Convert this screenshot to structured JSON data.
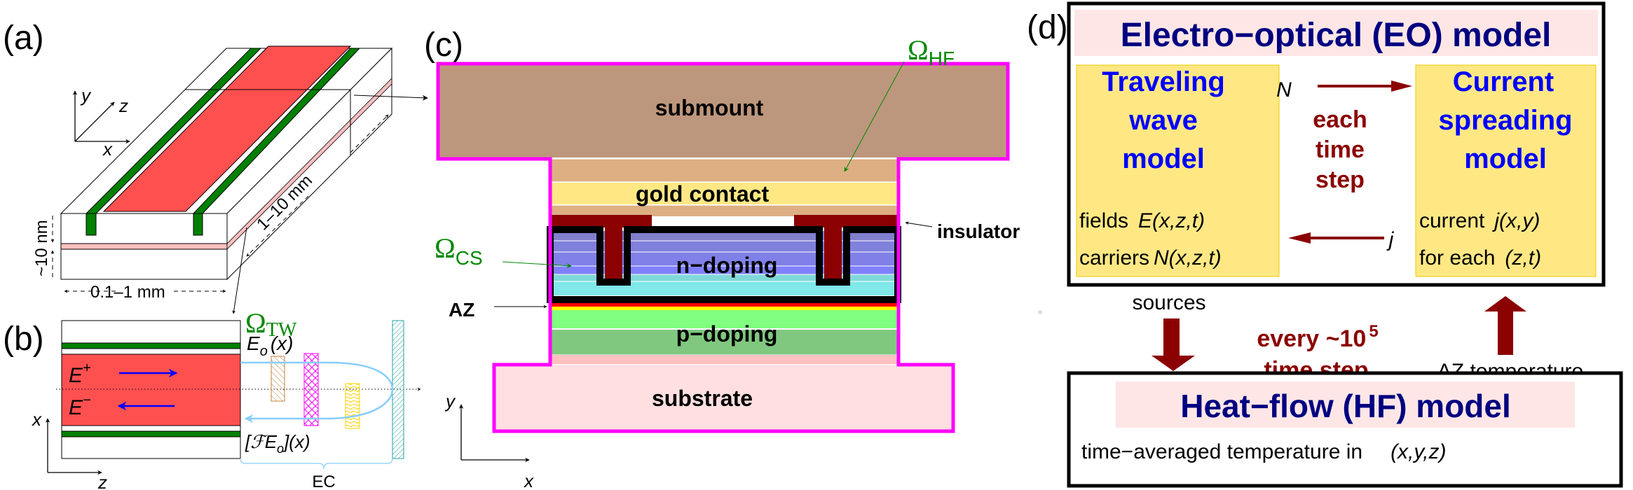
{
  "colors": {
    "laser_red": "#ff5050",
    "contact_green": "#008000",
    "active_pink": "#ffc0c0",
    "hf_magenta": "#ff00ff",
    "submount": "#bd977d",
    "solder_tan": "#ddaf83",
    "gold": "#ffe884",
    "insulator": "#8b0000",
    "n_top": "#8080cc",
    "n_mid": "#8080e8",
    "n_low": "#8080ff",
    "n_cyan1": "#80d8d8",
    "n_cyan2": "#80e8e8",
    "az_red": "#ff0000",
    "az_yellow": "#ffff00",
    "p_light": "#80ff80",
    "p_dark": "#80c880",
    "buffer_pink": "#ffc0c0",
    "substrate": "#ffdfe0",
    "omega_green": "#008800",
    "title_navy": "#000080",
    "sub_blue": "#0000ff",
    "flow_darkred": "#8b0000",
    "yellow_box": "#ffe884",
    "pink_band": "#ffe6e6",
    "ec_blue": "#87cefa"
  },
  "panel_a": {
    "label": "(a)",
    "axis_y": "y",
    "axis_z": "z",
    "axis_x": "x",
    "dim_height": "~10 nm",
    "dim_width": "0.1–1 mm",
    "dim_length": "1–10 mm"
  },
  "panel_b": {
    "label": "(b)",
    "omega_tw": "Ω",
    "omega_tw_sub": "TW",
    "field_plus": "E",
    "field_plus_sup": "+",
    "field_minus": "E",
    "field_minus_sup": "−",
    "eo_label": "E",
    "eo_label_sub": "o",
    "eo_label_arg": "(x)",
    "feedback_label_open": "[",
    "feedback_label_op": "ℱ",
    "feedback_label_e": "E",
    "feedback_label_sub": "o",
    "feedback_label_close": "](x)",
    "axis_x": "x",
    "axis_z": "z",
    "ec_label": "EC"
  },
  "panel_c": {
    "label": "(c)",
    "omega_hf": "Ω",
    "omega_hf_sub": "HF",
    "omega_cs": "Ω",
    "omega_cs_sub": "CS",
    "layers": {
      "submount": "submount",
      "gold_contact": "gold contact",
      "n_doping": "n−doping",
      "p_doping": "p−doping",
      "substrate": "substrate"
    },
    "insulator_label": "insulator",
    "az_label": "AZ",
    "axis_y": "y",
    "axis_x": "x"
  },
  "panel_d": {
    "label": "(d)",
    "eo_title": "Electro−optical (EO) model",
    "tw_box": {
      "title_lines": [
        "Traveling",
        "wave",
        "model"
      ],
      "line1_label": "fields",
      "line1_expr": "E(x,z,t)",
      "line2_label": "carriers",
      "line2_expr": "N(x,z,t)"
    },
    "cs_box": {
      "title_lines": [
        "Current",
        "spreading",
        "model"
      ],
      "line1_label": "current",
      "line1_expr": "j(x,y)",
      "line2_label": "for each",
      "line2_expr": "(z,t)"
    },
    "arrow_top_label": "N",
    "arrow_bottom_label": "j",
    "step_lines": [
      "each",
      "time",
      "step"
    ],
    "sources_label": "sources",
    "every_line1": "every ~10",
    "every_exp": "5",
    "every_line2": "time step",
    "az_temp_label": "AZ temperature",
    "hf_title": "Heat−flow (HF) model",
    "hf_text": "time−averaged temperature in",
    "hf_expr": "(x,y,z)"
  }
}
